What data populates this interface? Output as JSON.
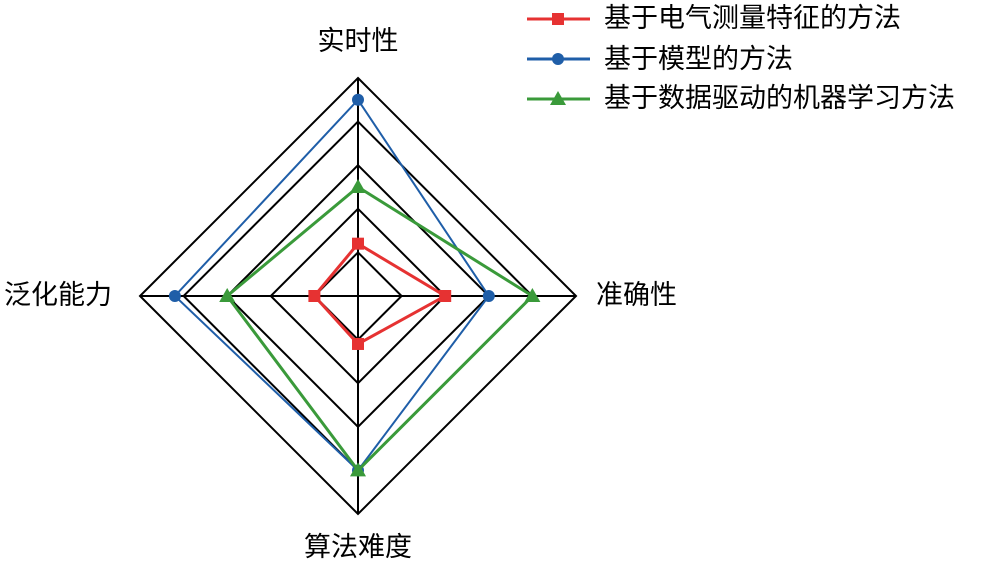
{
  "chart_data": {
    "type": "radar",
    "axes": [
      "实时性",
      "准确性",
      "算法难度",
      "泛化能力"
    ],
    "range": [
      0,
      5
    ],
    "levels": [
      1,
      2,
      3,
      4,
      5
    ],
    "legend_position": "top-right",
    "series": [
      {
        "name": "基于电气测量特征的方法",
        "values": [
          1.2,
          2.0,
          1.1,
          1.0
        ],
        "color": "#e63232",
        "marker": "square"
      },
      {
        "name": "基于模型的方法",
        "values": [
          4.5,
          3.0,
          4.0,
          4.2
        ],
        "color": "#1f5ea8",
        "marker": "circle"
      },
      {
        "name": "基于数据驱动的机器学习方法",
        "values": [
          2.5,
          4.0,
          4.0,
          3.0
        ],
        "color": "#3a9a3a",
        "marker": "triangle"
      }
    ]
  }
}
